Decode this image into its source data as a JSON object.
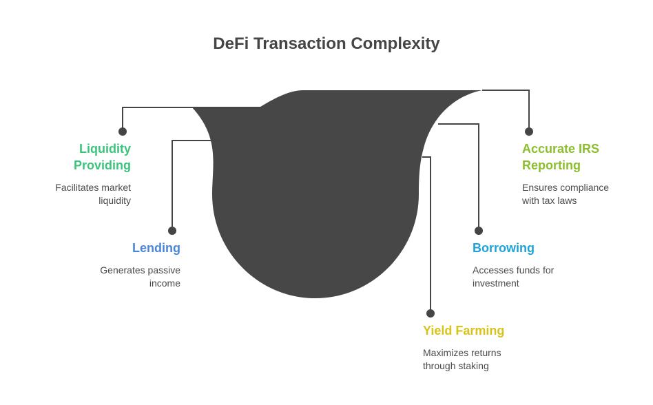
{
  "title": "DeFi Transaction Complexity",
  "colors": {
    "funnel": "#474747",
    "connector": "#454545",
    "liquidity": "#3cc47c",
    "lending": "#4a86d8",
    "borrowing": "#1fa2d6",
    "yield": "#d8c21c",
    "irs": "#8cbf2e"
  },
  "items": [
    {
      "id": "liquidity",
      "label_lines": [
        "Liquidity",
        "Providing"
      ],
      "desc_lines": [
        "Facilitates market",
        "liquidity"
      ]
    },
    {
      "id": "lending",
      "label_lines": [
        "Lending"
      ],
      "desc_lines": [
        "Generates passive",
        "income"
      ]
    },
    {
      "id": "yield",
      "label_lines": [
        "Yield Farming"
      ],
      "desc_lines": [
        "Maximizes returns",
        "through staking"
      ]
    },
    {
      "id": "borrowing",
      "label_lines": [
        "Borrowing"
      ],
      "desc_lines": [
        "Accesses funds for",
        "investment"
      ]
    },
    {
      "id": "irs",
      "label_lines": [
        "Accurate IRS",
        "Reporting"
      ],
      "desc_lines": [
        "Ensures compliance",
        "with tax laws"
      ]
    }
  ]
}
